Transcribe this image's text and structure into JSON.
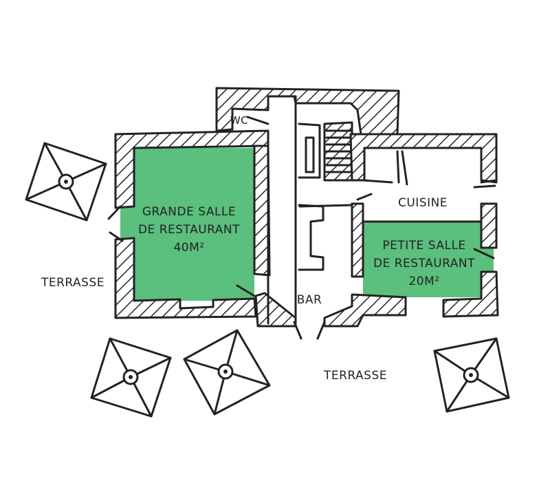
{
  "rooms": {
    "grande_salle": {
      "line1": "GRANDE SALLE",
      "line2": "DE RESTAURANT",
      "line3": "40M²"
    },
    "petite_salle": {
      "line1": "PETITE SALLE",
      "line2": "DE RESTAURANT",
      "line3": "20M²"
    },
    "cuisine": "CUISINE",
    "wc": "WC",
    "bar": "BAR"
  },
  "terraces": {
    "left": "TERRASSE",
    "bottom": "TERRASSE"
  },
  "colors": {
    "room_fill": "#5bbf7d",
    "line": "#222222"
  }
}
